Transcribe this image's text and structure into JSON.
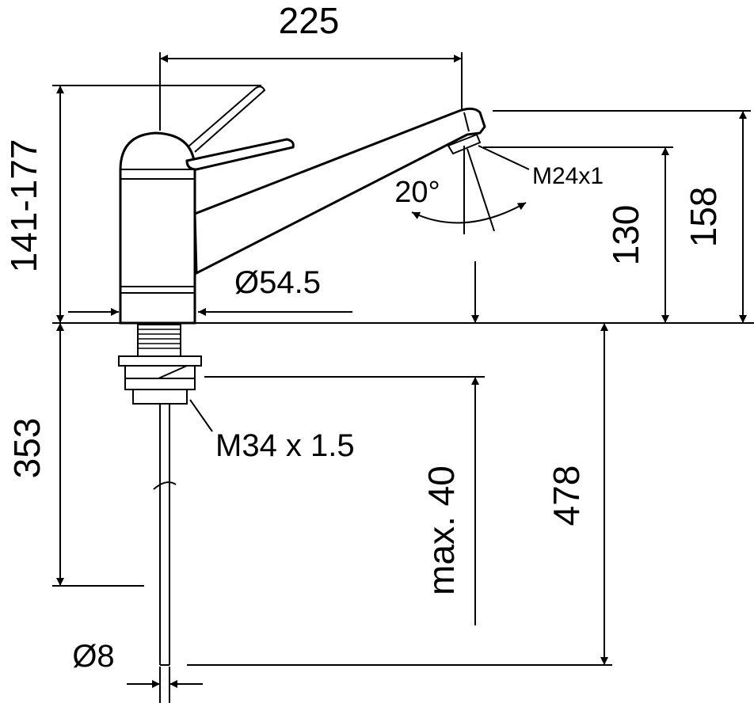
{
  "diagram": {
    "dimensions": {
      "spout_reach": "225",
      "height_range": "141-177",
      "outlet_angle": "20°",
      "aerator_thread": "M24x1",
      "outlet_height": "130",
      "spout_top_height": "158",
      "base_diameter": "Ø54.5",
      "shank_length": "353",
      "shank_thread": "M34 x 1.5",
      "max_thickness": "max. 40",
      "hose_length": "478",
      "hose_diameter": "Ø8"
    }
  }
}
